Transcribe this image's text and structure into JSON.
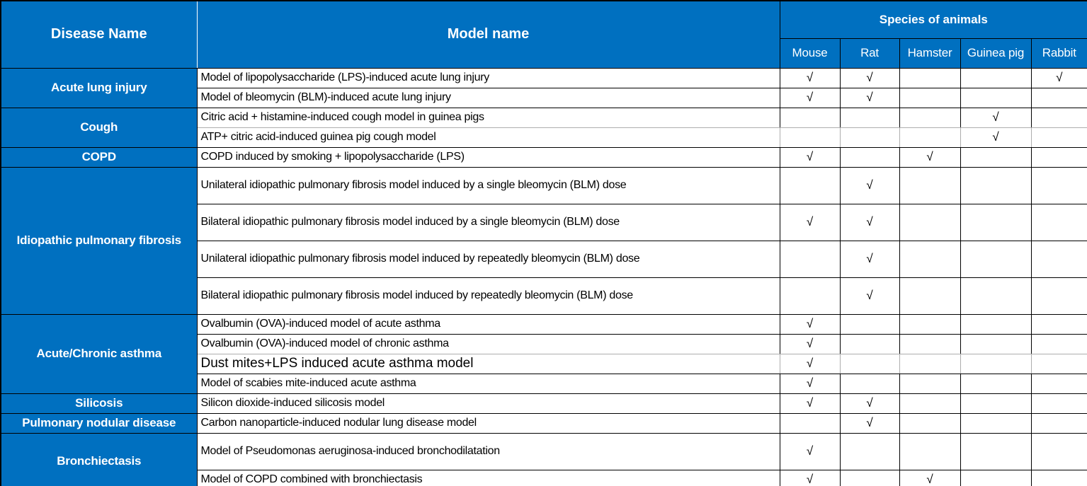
{
  "accent_color": "#0070C0",
  "grid_color": "#000000",
  "soft_grid_color": "#adadad",
  "chart_data": {
    "type": "table",
    "check_symbol": "√",
    "header": {
      "disease_col": "Disease Name",
      "model_col": "Model name",
      "species_group": "Species of animals",
      "species": [
        "Mouse",
        "Rat",
        "Hamster",
        "Guinea pig",
        "Rabbit"
      ]
    },
    "diseases": [
      {
        "name": "Acute lung injury",
        "models": [
          {
            "name": "Model of lipopolysaccharide (LPS)-induced acute lung injury",
            "checks": [
              true,
              true,
              false,
              false,
              true
            ]
          },
          {
            "name": "Model of bleomycin (BLM)-induced acute lung injury",
            "checks": [
              true,
              true,
              false,
              false,
              false
            ]
          }
        ]
      },
      {
        "name": "Cough",
        "models": [
          {
            "name": "Citric acid + histamine-induced cough model in guinea pigs",
            "checks": [
              false,
              false,
              false,
              true,
              false
            ]
          },
          {
            "name": "ATP+ citric acid-induced guinea pig cough model",
            "checks": [
              false,
              false,
              false,
              true,
              false
            ],
            "soft_border": true
          }
        ]
      },
      {
        "name": "COPD",
        "models": [
          {
            "name": "COPD induced by smoking + lipopolysaccharide (LPS)",
            "checks": [
              true,
              false,
              true,
              false,
              false
            ]
          }
        ]
      },
      {
        "name": "Idiopathic pulmonary fibrosis",
        "models": [
          {
            "name": "Unilateral idiopathic pulmonary fibrosis model induced by a single bleomycin (BLM) dose",
            "checks": [
              false,
              true,
              false,
              false,
              false
            ],
            "tall": true
          },
          {
            "name": "Bilateral idiopathic pulmonary fibrosis model induced by a single bleomycin (BLM) dose",
            "checks": [
              true,
              true,
              false,
              false,
              false
            ],
            "tall": true
          },
          {
            "name": "Unilateral idiopathic pulmonary fibrosis model induced by repeatedly bleomycin (BLM) dose",
            "checks": [
              false,
              true,
              false,
              false,
              false
            ],
            "tall": true
          },
          {
            "name": "Bilateral idiopathic pulmonary fibrosis model induced by repeatedly bleomycin (BLM) dose",
            "checks": [
              false,
              true,
              false,
              false,
              false
            ],
            "tall": true
          }
        ]
      },
      {
        "name": "Acute/Chronic asthma",
        "models": [
          {
            "name": "Ovalbumin (OVA)-induced model of acute asthma",
            "checks": [
              true,
              false,
              false,
              false,
              false
            ]
          },
          {
            "name": "Ovalbumin (OVA)-induced model of chronic asthma",
            "checks": [
              true,
              false,
              false,
              false,
              false
            ]
          },
          {
            "name": "Dust mites+LPS induced acute asthma model",
            "checks": [
              true,
              false,
              false,
              false,
              false
            ],
            "soft_border": true,
            "large_font": true
          },
          {
            "name": "Model of scabies mite-induced acute asthma",
            "checks": [
              true,
              false,
              false,
              false,
              false
            ]
          }
        ]
      },
      {
        "name": "Silicosis",
        "models": [
          {
            "name": "Silicon dioxide-induced silicosis model",
            "checks": [
              true,
              true,
              false,
              false,
              false
            ]
          }
        ]
      },
      {
        "name": "Pulmonary nodular disease",
        "models": [
          {
            "name": "Carbon nanoparticle-induced nodular lung disease model",
            "checks": [
              false,
              true,
              false,
              false,
              false
            ]
          }
        ]
      },
      {
        "name": "Bronchiectasis",
        "models": [
          {
            "name": "Model of  Pseudomonas aeruginosa-induced bronchodilatation",
            "checks": [
              true,
              false,
              false,
              false,
              false
            ],
            "tall": true
          },
          {
            "name": "Model of  COPD combined with bronchiectasis",
            "checks": [
              true,
              false,
              true,
              false,
              false
            ]
          }
        ]
      }
    ]
  }
}
